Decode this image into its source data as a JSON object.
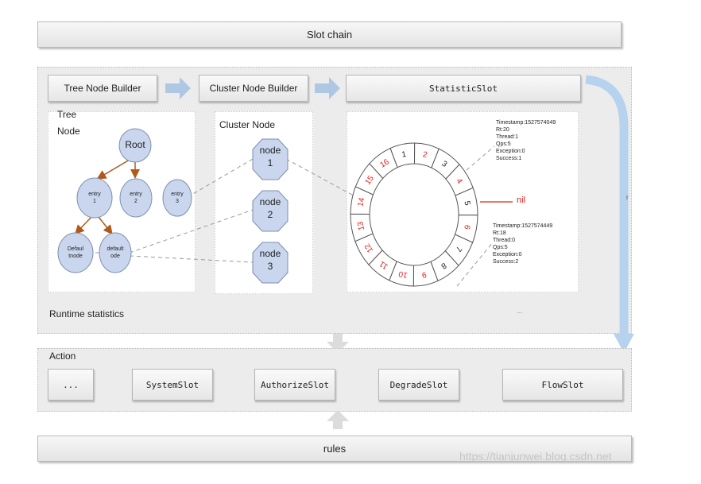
{
  "header": {
    "title": "Slot chain"
  },
  "runtime": {
    "label": "Runtime statistics",
    "tree_builder": "Tree Node Builder",
    "cluster_builder": "Cluster Node Builder",
    "statistic_slot": "StatisticSlot",
    "tree_title_line1": "Tree",
    "tree_title_line2": "Node",
    "cluster_title": "Cluster Node",
    "tree_nodes": {
      "root": "Root",
      "entry1": [
        "entry",
        "1"
      ],
      "entry2": [
        "entry",
        "2"
      ],
      "entry3": [
        "entry",
        "3"
      ],
      "default1": [
        "Defaul",
        "tnode"
      ],
      "default2": [
        "default",
        "ode"
      ]
    },
    "cluster_nodes": [
      [
        "node",
        "1"
      ],
      [
        "node",
        "2"
      ],
      [
        "node",
        "3"
      ]
    ],
    "ring_segments": [
      "1",
      "2",
      "3",
      "4",
      "5",
      "6",
      "7",
      "8",
      "9",
      "10",
      "11",
      "12",
      "13",
      "14",
      "15",
      "16"
    ],
    "stat_top": [
      "Timestamp:1527574049",
      "Rt:20",
      "Thread:1",
      "Qps:5",
      "Exception:0",
      "Success:1"
    ],
    "stat_bottom": [
      "Timestamp:1527574449",
      "Rt:18",
      "Thread:0",
      "Qps:5",
      "Exception:0",
      "Success:2"
    ],
    "nil_label": "nil",
    "dots": "...",
    "side_mark": "r"
  },
  "action": {
    "label": "Action",
    "slots": [
      "...",
      "SystemSlot",
      "AuthorizeSlot",
      "DegradeSlot",
      "FlowSlot"
    ]
  },
  "footer": {
    "rules": "rules",
    "watermark": "https://tianjunwei.blog.csdn.net"
  },
  "colors": {
    "arrow": "#aec8e4",
    "bar_border": "#b9b9b9",
    "red": "#e02020",
    "tree_arrow": "#b05a1a",
    "node_fill": "#c9d6ee"
  }
}
